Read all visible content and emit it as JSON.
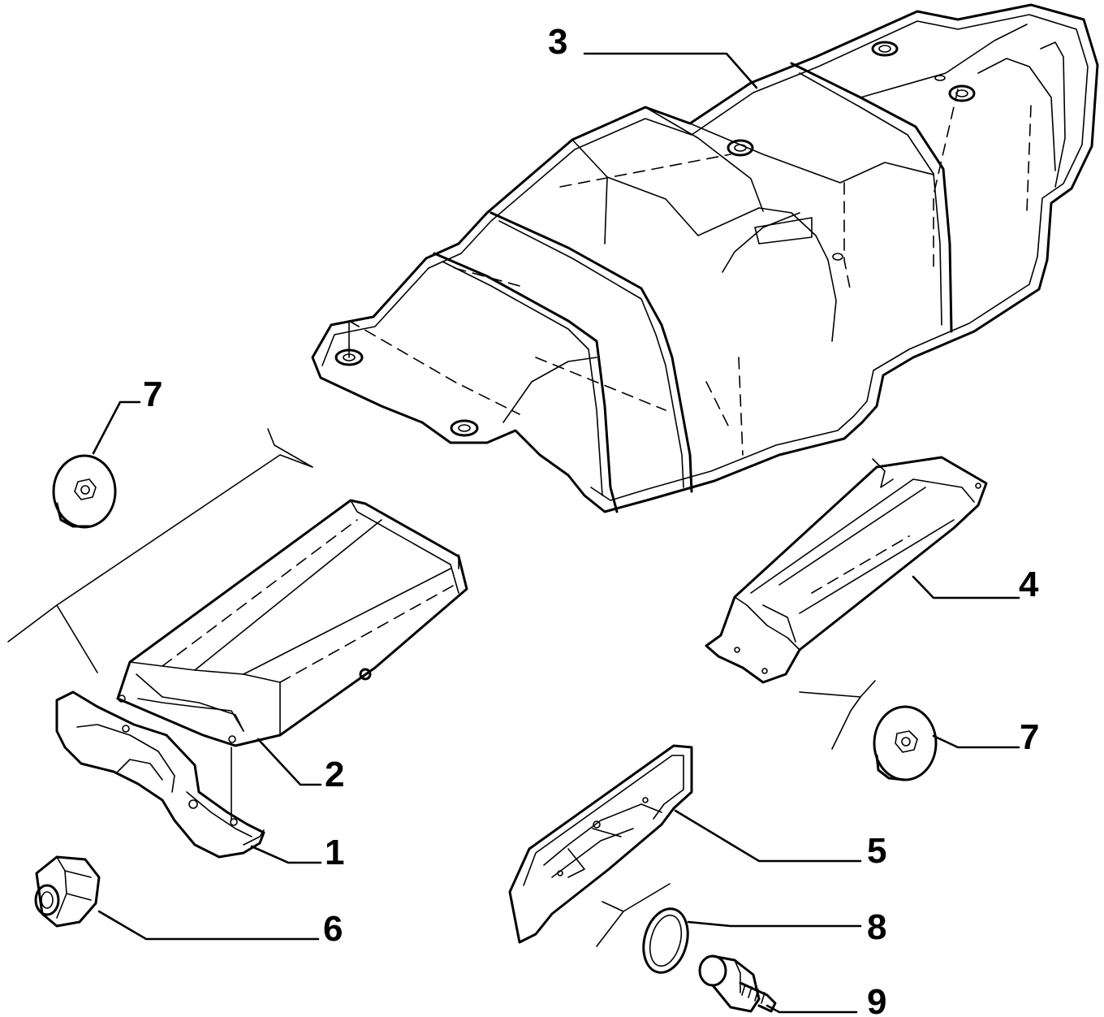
{
  "callouts": [
    {
      "id": "c3",
      "label": "3"
    },
    {
      "id": "c7a",
      "label": "7"
    },
    {
      "id": "c4",
      "label": "4"
    },
    {
      "id": "c7b",
      "label": "7"
    },
    {
      "id": "c2",
      "label": "2"
    },
    {
      "id": "c1",
      "label": "1"
    },
    {
      "id": "c5",
      "label": "5"
    },
    {
      "id": "c6",
      "label": "6"
    },
    {
      "id": "c8",
      "label": "8"
    },
    {
      "id": "c9",
      "label": "9"
    }
  ]
}
